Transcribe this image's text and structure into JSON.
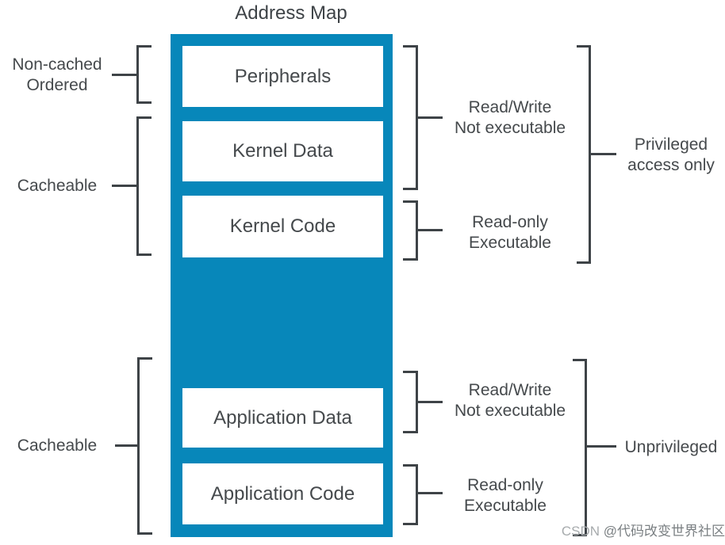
{
  "title": "Address Map",
  "colors": {
    "region_fill": "#0787ba",
    "region_box_bg": "#ffffff",
    "line": "#3e4347",
    "text": "#45494c",
    "watermark_prefix": "#a7abad",
    "watermark_handle": "#7b8083"
  },
  "memory_map": {
    "regions": [
      {
        "label": "Peripherals"
      },
      {
        "label": "Kernel Data"
      },
      {
        "label": "Kernel Code"
      },
      {
        "label": "Application Data"
      },
      {
        "label": "Application Code"
      }
    ]
  },
  "left_annotations": [
    {
      "lines": [
        "Non-cached",
        "Ordered"
      ]
    },
    {
      "lines": [
        "Cacheable"
      ]
    },
    {
      "lines": [
        "Cacheable"
      ]
    }
  ],
  "right_annotations": [
    {
      "lines": [
        "Read/Write",
        "Not executable"
      ]
    },
    {
      "lines": [
        "Read-only",
        "Executable"
      ]
    },
    {
      "lines": [
        "Read/Write",
        "Not executable"
      ]
    },
    {
      "lines": [
        "Read-only",
        "Executable"
      ]
    }
  ],
  "privilege_annotations": [
    {
      "lines": [
        "Privileged",
        "access only"
      ]
    },
    {
      "lines": [
        "Unprivileged"
      ]
    }
  ],
  "watermark": {
    "prefix": "CSDN ",
    "handle": "@代码改变世界社区"
  }
}
